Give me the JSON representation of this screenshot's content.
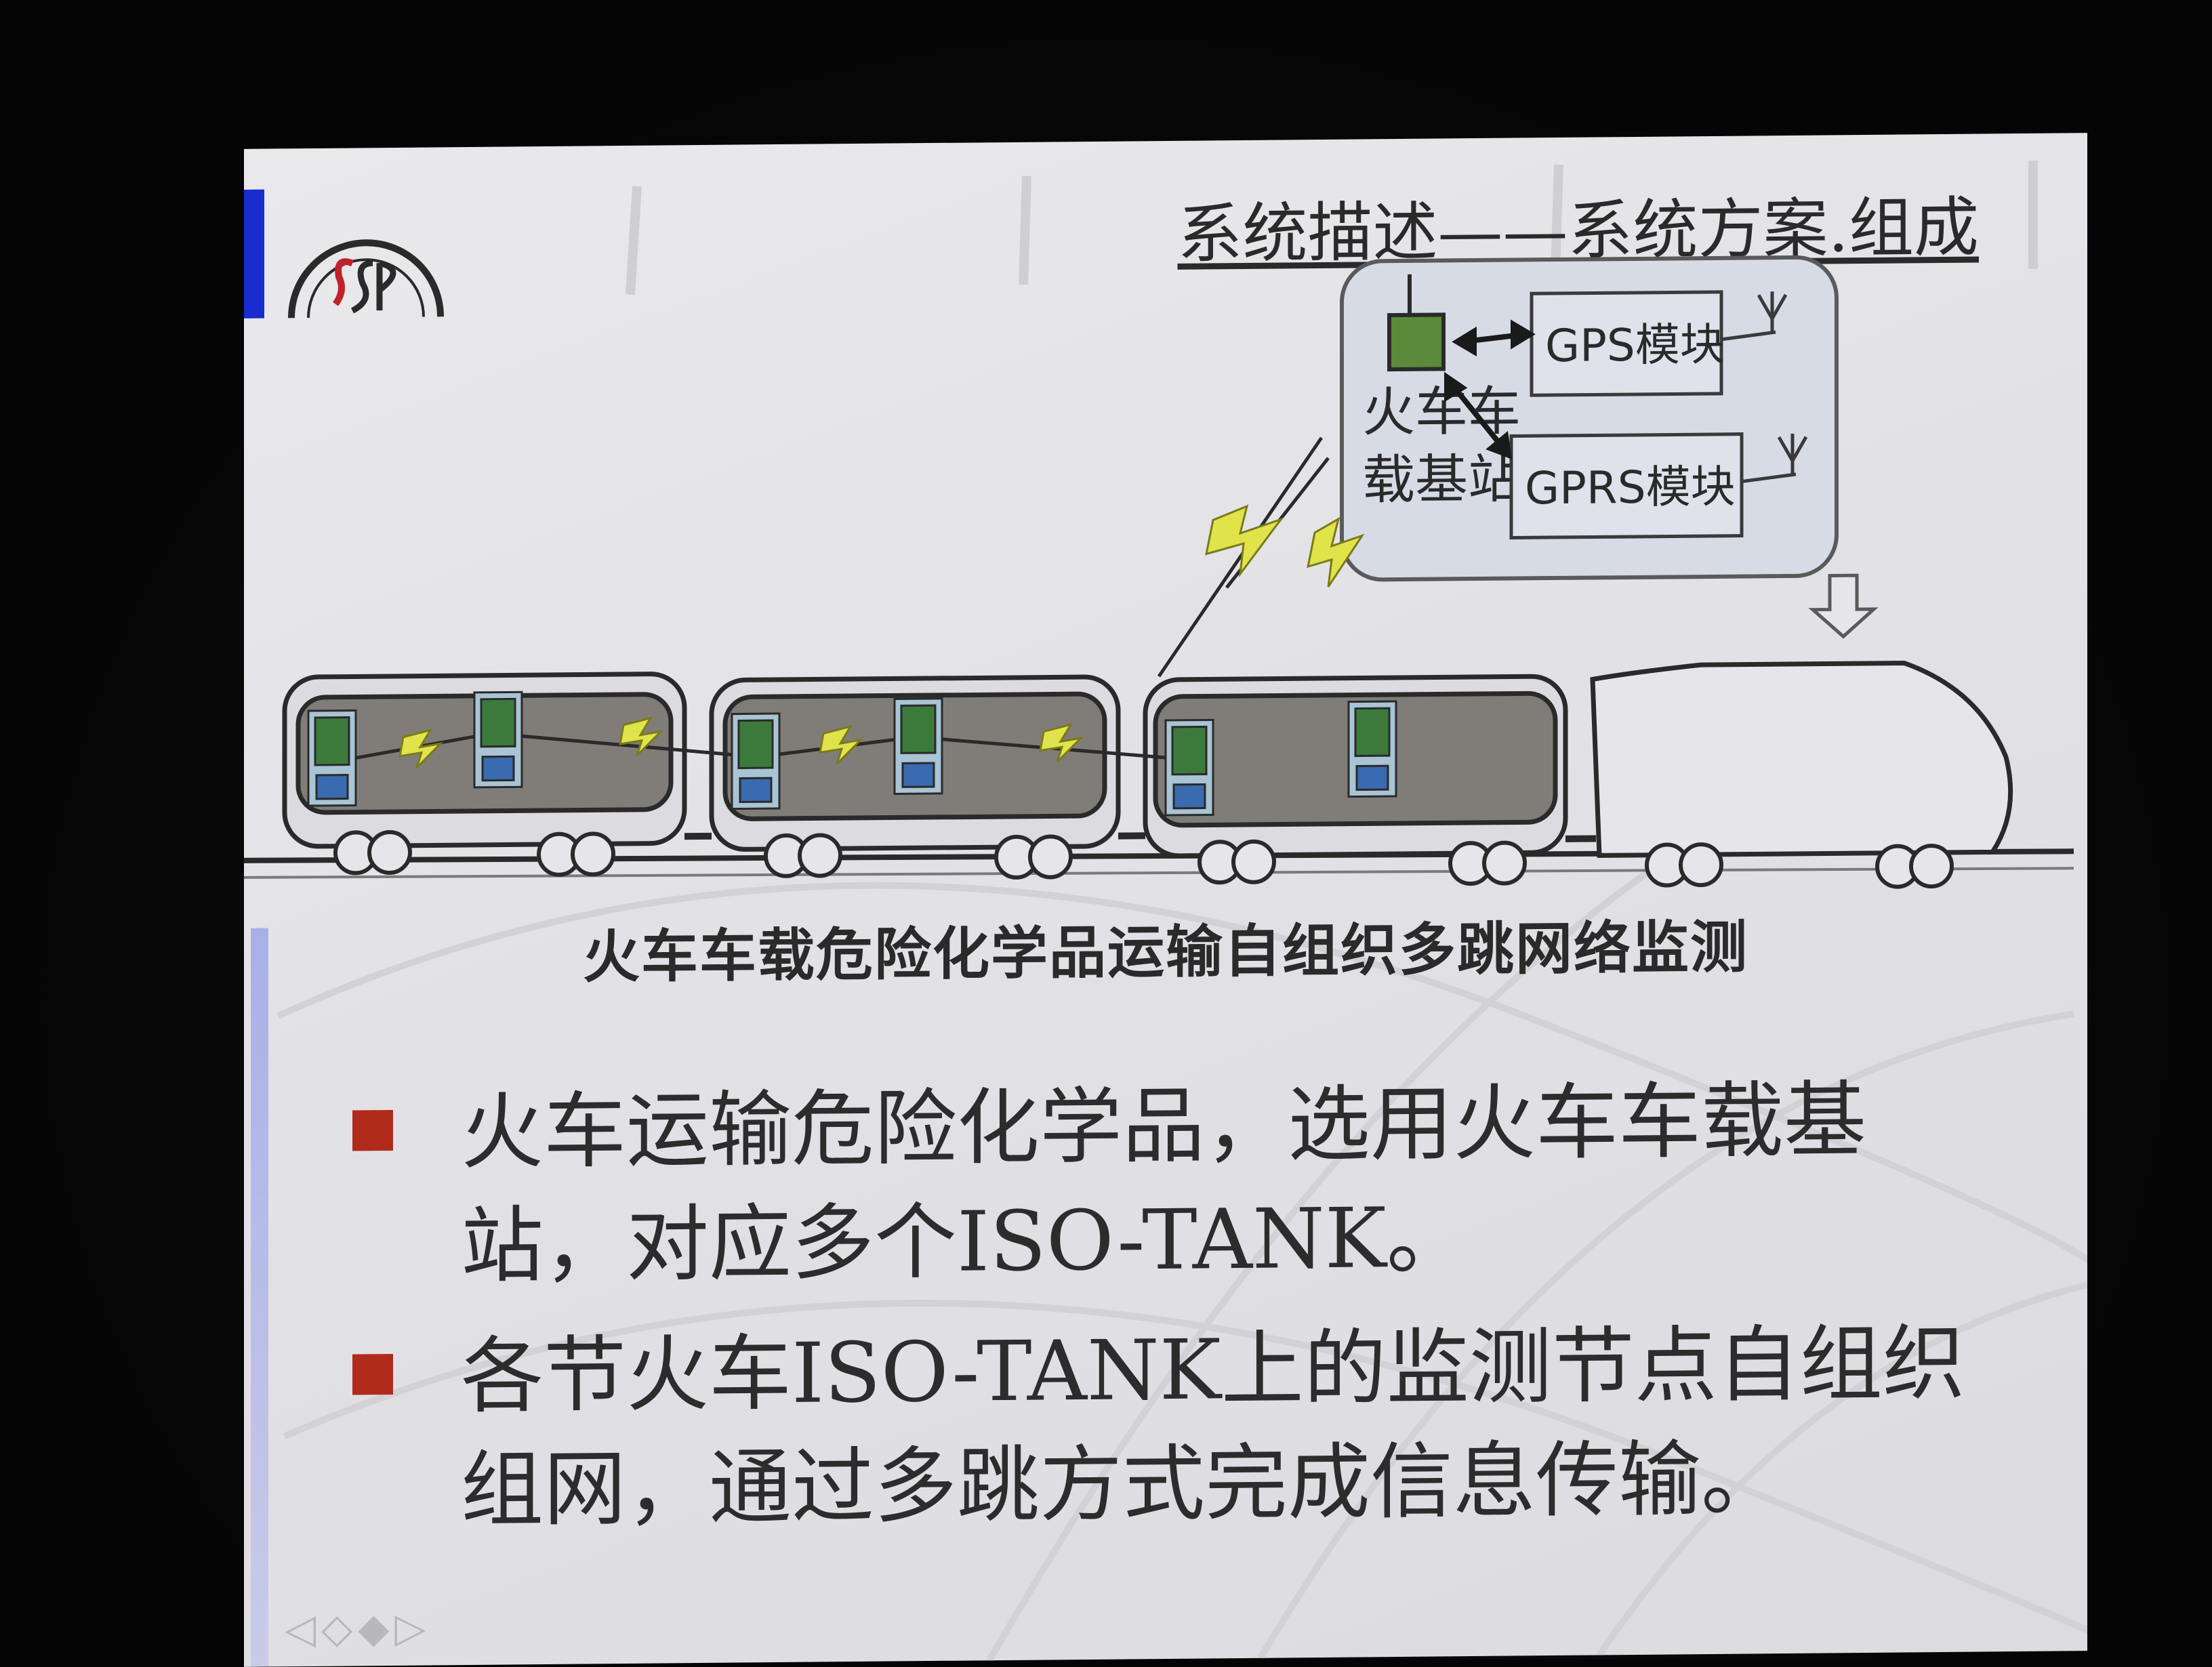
{
  "slide": {
    "title": "系统描述——系统方案.组成",
    "caption": "火车车载危险化学品运输自组织多跳网络监测",
    "bullets": [
      {
        "text": "火车运输危险化学品，选用火车车载基站，对应多个ISO-TANK。"
      },
      {
        "text": "各节火车ISO-TANK上的监测节点自组织组网，通过多跳方式完成信息传输。"
      }
    ]
  },
  "diagram": {
    "base_station_label_line1": "火车车",
    "base_station_label_line2": "载基站",
    "gps_module": "GPS模块",
    "gprs_module": "GPRS模块"
  },
  "colors": {
    "slide_bg": "#e4e4e8",
    "accent_blue": "#1a2bd0",
    "bullet_red": "#b22a1a",
    "tank_gray": "#807d78",
    "lightning_yellow": "#e0e34a",
    "node_green": "#3c7a3c"
  }
}
